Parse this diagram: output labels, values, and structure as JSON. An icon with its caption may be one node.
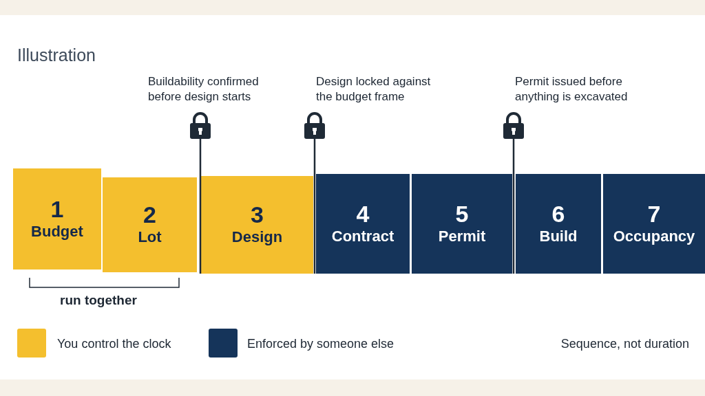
{
  "diagram": {
    "title": "Illustration",
    "nodes": [
      {
        "text": [
          "1",
          "Budget"
        ]
      },
      {
        "text": [
          "2",
          "Lot"
        ]
      },
      {
        "text": [
          "3",
          "Design"
        ]
      },
      {
        "text": [
          "4",
          "Contract"
        ]
      },
      {
        "text": [
          "5",
          "Permit"
        ]
      },
      {
        "text": [
          "6",
          "Build"
        ]
      },
      {
        "text": [
          "7",
          "Occupancy"
        ]
      }
    ],
    "labels": [
      "Buildability confirmed before design starts",
      "Design locked against the budget frame",
      "Permit issued before anything is excavated",
      "run together",
      "Sequence, not duration"
    ],
    "legend": [
      {
        "text": "You control the clock",
        "color": "#f4bf2e"
      },
      {
        "text": "Enforced by someone else",
        "color": "#15345a"
      }
    ]
  }
}
